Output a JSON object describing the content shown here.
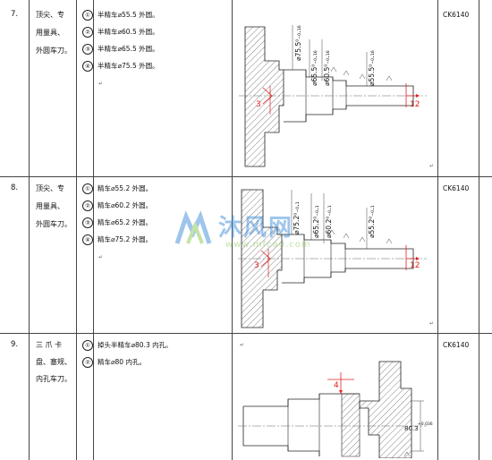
{
  "rows": [
    {
      "seq": "7.",
      "tooling": [
        "顶尖、专",
        "用量具、",
        "外圆车刀。"
      ],
      "steps": [
        "半精车⌀55.5 外圆。",
        "半精车⌀60.5 外圆。",
        "半精车⌀65.5 外圆。",
        "半精车⌀75.5 外圆。"
      ],
      "machine": "CK6140",
      "drawing": {
        "dims": [
          "⌀75.5⁰₋₀.₁₆",
          "⌀65.5⁰₋₀.₁₆",
          "⌀60.5⁰₋₀.₁₆",
          "⌀55.5⁰₋₀.₁₆"
        ],
        "support_label": "3",
        "feed_label": "12"
      }
    },
    {
      "seq": "8.",
      "tooling": [
        "顶尖、专",
        "用量具、",
        "外圆车刀。"
      ],
      "steps": [
        "精车⌀55.2 外圆。",
        "精车⌀60.2 外圆。",
        "精车⌀65.2 外圆。",
        "精车⌀75.2 外圆。"
      ],
      "machine": "CK6140",
      "drawing": {
        "dims": [
          "⌀75.2⁰₋₀.₁",
          "⌀65.2⁰₋₀.₁",
          "⌀60.2⁰₋₀.₁",
          "⌀55.2⁰₋₀.₁"
        ],
        "support_label": "3",
        "feed_label": "12"
      }
    },
    {
      "seq": "9.",
      "tooling": [
        "三 爪 卡",
        "盘、塞规、",
        "内孔车刀。"
      ],
      "steps": [
        "掉头半精车⌀80.3 内孔。",
        "精车⌀80 内孔。"
      ],
      "machine": "CK6140",
      "drawing": {
        "dims": [
          "80.3"
        ],
        "tolerance": "+0.036",
        "support_label": "4"
      }
    }
  ],
  "step_marks": [
    "①",
    "②",
    "③",
    "④"
  ],
  "watermark": {
    "brand": "沐风网",
    "url": "www.mfcad.com"
  },
  "colors": {
    "line": "#222222",
    "red_mark": "#e02020",
    "watermark_blue": "#2a7fd4",
    "watermark_green": "#7bc143"
  }
}
